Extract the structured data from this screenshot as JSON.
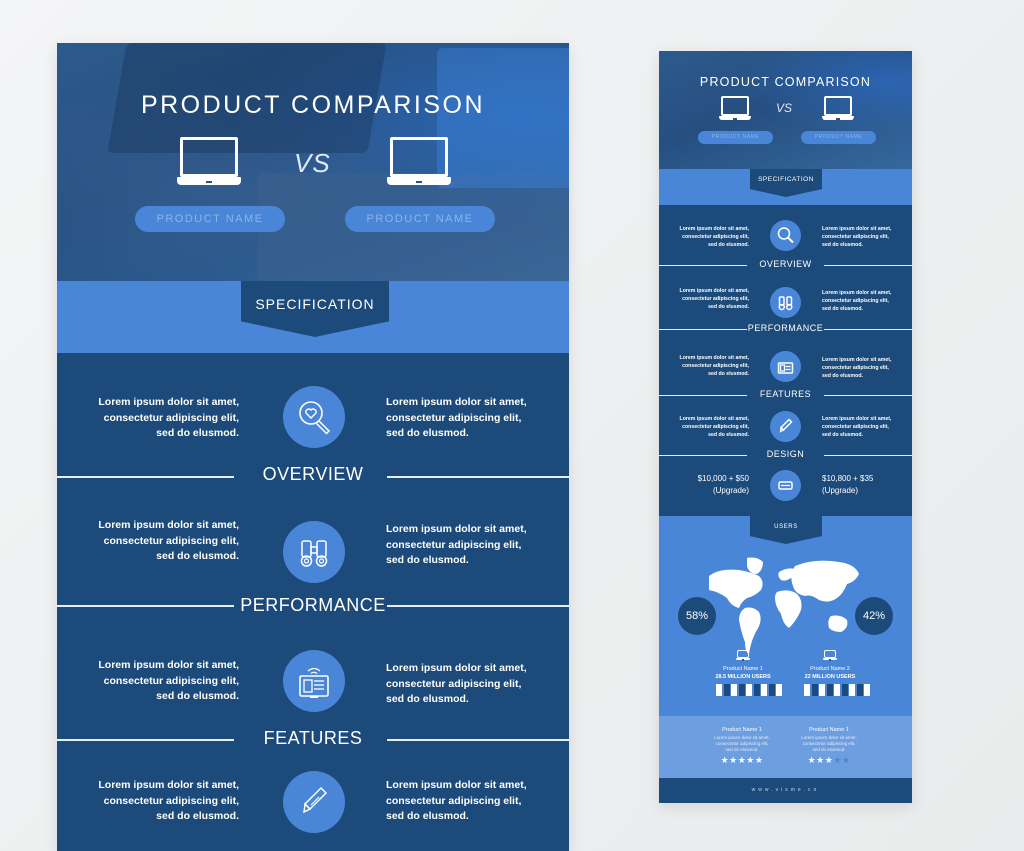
{
  "colors": {
    "page_bg": "#f0f1f2",
    "dark_blue": "#1c4a7a",
    "accent_blue": "#4a86d8",
    "light_blue": "#6d9ee0",
    "white": "#ffffff"
  },
  "large_card": {
    "title": "PRODUCT COMPARISON",
    "vs": "VS",
    "product_left": {
      "name": "PRODUCT NAME",
      "icon": "laptop-icon"
    },
    "product_right": {
      "name": "PRODUCT NAME",
      "icon": "laptop-icon"
    },
    "section_ribbon": "SPECIFICATION",
    "rows": [
      {
        "icon": "search-heart-icon",
        "left": [
          "Lorem ipsum dolor sit amet,",
          "consectetur adipiscing elit,",
          "sed do elusmod."
        ],
        "right": [
          "Lorem ipsum dolor sit amet,",
          "consectetur adipiscing elit,",
          "sed do elusmod."
        ],
        "label": "OVERVIEW"
      },
      {
        "icon": "binoculars-icon",
        "left": [
          "Lorem ipsum dolor sit amet,",
          "consectetur adipiscing elit,",
          "sed do elusmod."
        ],
        "right": [
          "Lorem ipsum dolor sit amet,",
          "consectetur adipiscing elit,",
          "sed do elusmod."
        ],
        "label": "PERFORMANCE"
      },
      {
        "icon": "tablet-wifi-icon",
        "left": [
          "Lorem ipsum dolor sit amet,",
          "consectetur adipiscing elit,",
          "sed do elusmod."
        ],
        "right": [
          "Lorem ipsum dolor sit amet,",
          "consectetur adipiscing elit,",
          "sed do elusmod."
        ],
        "label": "FEATURES"
      },
      {
        "icon": "pen-icon",
        "left": [
          "Lorem ipsum dolor sit amet,",
          "consectetur adipiscing elit,",
          "sed do elusmod."
        ],
        "right": [
          "Lorem ipsum dolor sit amet,",
          "consectetur adipiscing elit,",
          "sed do elusmod."
        ]
      }
    ]
  },
  "small_card": {
    "title": "PRODUCT COMPARISON",
    "vs": "VS",
    "product_left": {
      "name": "PRODUCT NAME"
    },
    "product_right": {
      "name": "PRODUCT NAME"
    },
    "section_ribbon": "SPECIFICATION",
    "rows": [
      {
        "icon": "search-heart-icon",
        "left": [
          "Lorem ipsum dolor sit amet,",
          "consectetur adipiscing elit,",
          "sed do elusmod."
        ],
        "right": [
          "Lorem ipsum dolor sit amet,",
          "consectetur adipiscing elit,",
          "sed do elusmod."
        ],
        "label": "OVERVIEW"
      },
      {
        "icon": "binoculars-icon",
        "left": [
          "Lorem ipsum dolor sit amet,",
          "consectetur adipiscing elit,",
          "sed do elusmod."
        ],
        "right": [
          "Lorem ipsum dolor sit amet,",
          "consectetur adipiscing elit,",
          "sed do elusmod."
        ],
        "label": "PERFORMANCE"
      },
      {
        "icon": "tablet-wifi-icon",
        "left": [
          "Lorem ipsum dolor sit amet,",
          "consectetur adipiscing elit,",
          "sed do elusmod."
        ],
        "right": [
          "Lorem ipsum dolor sit amet,",
          "consectetur adipiscing elit,",
          "sed do elusmod."
        ],
        "label": "FEATURES"
      },
      {
        "icon": "pen-icon",
        "left": [
          "Lorem ipsum dolor sit amet,",
          "consectetur adipiscing elit,",
          "sed do elusmod."
        ],
        "right": [
          "Lorem ipsum dolor sit amet,",
          "consectetur adipiscing elit,",
          "sed do elusmod."
        ],
        "label": "DESIGN"
      },
      {
        "icon": "tape-measure-icon",
        "left": [
          "$10,000 + $50",
          "(Upgrade)"
        ],
        "right": [
          "$10,800 + $35",
          "(Upgrade)"
        ]
      }
    ],
    "users": {
      "ribbon": "USERS",
      "map_icon": "world-map-icon",
      "left_percent": "58%",
      "right_percent": "42%",
      "product1": {
        "name": "Product Name 1",
        "users": "28.5 MILLION USERS"
      },
      "product2": {
        "name": "Product Name 2",
        "users": "22  MILLION USERS"
      }
    },
    "reviews": [
      {
        "name": "Product Name  1",
        "text": [
          "Lorem ipsum dolor sit amet,",
          "consectetur adipiscing elit,",
          "sed do elusmod."
        ],
        "stars": "★★★★★",
        "rating": 5
      },
      {
        "name": "Product Name  1",
        "text": [
          "Lorem ipsum dolor sit amet,",
          "consectetur adipiscing elit,",
          "sed do elusmod."
        ],
        "stars_filled": "★★★",
        "stars_empty": "★★",
        "rating": 3
      }
    ],
    "footer": "www.visme.co"
  }
}
